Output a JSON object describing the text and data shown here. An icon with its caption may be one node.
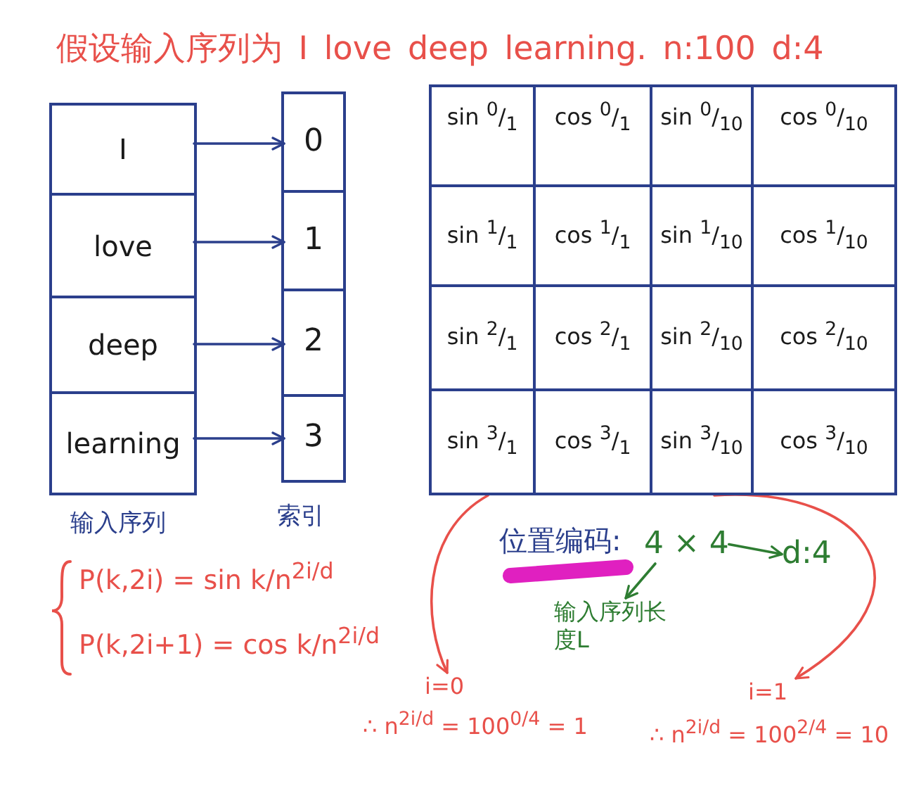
{
  "diagram": {
    "title": "假设输入序列为 I love deep learning. n:100 d:4",
    "nodes": [
      {
        "text": [],
        "shape": "box",
        "beside": [
          "输入序列"
        ]
      },
      {
        "text": [
          "I"
        ],
        "in": 0
      },
      {
        "text": [
          "love"
        ],
        "in": 0
      },
      {
        "text": [
          "deep"
        ],
        "in": 0
      },
      {
        "text": [
          "learning"
        ],
        "in": 0
      },
      {
        "text": [],
        "shape": "box",
        "beside": [
          "索引"
        ]
      },
      {
        "text": [
          "0"
        ],
        "in": 5
      },
      {
        "text": [
          "1"
        ],
        "in": 5
      },
      {
        "text": [
          "2"
        ],
        "in": 5
      },
      {
        "text": [
          "3"
        ],
        "in": 5
      },
      {
        "text": [],
        "shape": "box"
      },
      {
        "text": [
          "sin $^{0}$/$_{1}$"
        ],
        "in": 10
      },
      {
        "text": [
          "cos $^{0}$/$_{1}$"
        ],
        "in": 10
      },
      {
        "text": [
          "sin $^{0}$/$_{10}$"
        ],
        "in": 10
      },
      {
        "text": [
          "cos $^{0}$/$_{10}$"
        ],
        "in": 10
      },
      {
        "text": [
          "sin $^{1}$/$_{1}$"
        ],
        "in": 10
      },
      {
        "text": [
          "cos $^{1}$/$_{1}$"
        ],
        "in": 10
      },
      {
        "text": [
          "sin $^{1}$/$_{10}$"
        ],
        "in": 10
      },
      {
        "text": [
          "cos $^{1}$/$_{10}$"
        ],
        "in": 10
      },
      {
        "text": [
          "sin $^{2}$/$_{1}$"
        ],
        "in": 10
      },
      {
        "text": [
          "cos $^{2}$/$_{1}$"
        ],
        "in": 10
      },
      {
        "text": [
          "sin $^{2}$/$_{10}$"
        ],
        "in": 10
      },
      {
        "text": [
          "cos $^{2}$/$_{10}$"
        ],
        "in": 10
      },
      {
        "text": [
          "sin $^{3}$/$_{1}$"
        ],
        "in": 10
      },
      {
        "text": [
          "cos $^{3}$/$_{1}$"
        ],
        "in": 10
      },
      {
        "text": [
          "sin $^{3}$/$_{10}$"
        ],
        "in": 10
      },
      {
        "text": [
          "cos $^{3}$/$_{10}$"
        ],
        "in": 10
      },
      {
        "text": [
          "4 × 4"
        ]
      },
      {
        "text": [
          "d:4"
        ]
      },
      {
        "text": [
          "输入序列长度L"
        ]
      },
      {
        "text": [
          "i=0",
          "∴ n$^{2i/d}$ = 100$^{0/4}$ = 1"
        ]
      },
      {
        "text": [
          "i=1",
          "∴ n$^{2i/d}$ = 100$^{2/4}$ = 10"
        ]
      }
    ],
    "edges": [
      {
        "from": 1,
        "to": 6,
        "arrow": "to"
      },
      {
        "from": 2,
        "to": 7,
        "arrow": "to"
      },
      {
        "from": 3,
        "to": 8,
        "arrow": "to"
      },
      {
        "from": 4,
        "to": 9,
        "arrow": "to"
      },
      {
        "from": 27,
        "to": 28,
        "arrow": "to",
        "color": "#2e7d32"
      },
      {
        "from": 27,
        "to": 29,
        "arrow": "to",
        "color": "#2e7d32"
      },
      {
        "from": 10,
        "to": 30,
        "arrow": "to",
        "color": "#e8504a"
      },
      {
        "from": 10,
        "to": 31,
        "arrow": "to",
        "color": "#e8504a"
      }
    ],
    "labels": [
      "位置编码:",
      "P(k,2i) = sin k/n$^{2i/d}$",
      "P(k,2i+1) = cos k/n$^{2i/d}$"
    ]
  }
}
